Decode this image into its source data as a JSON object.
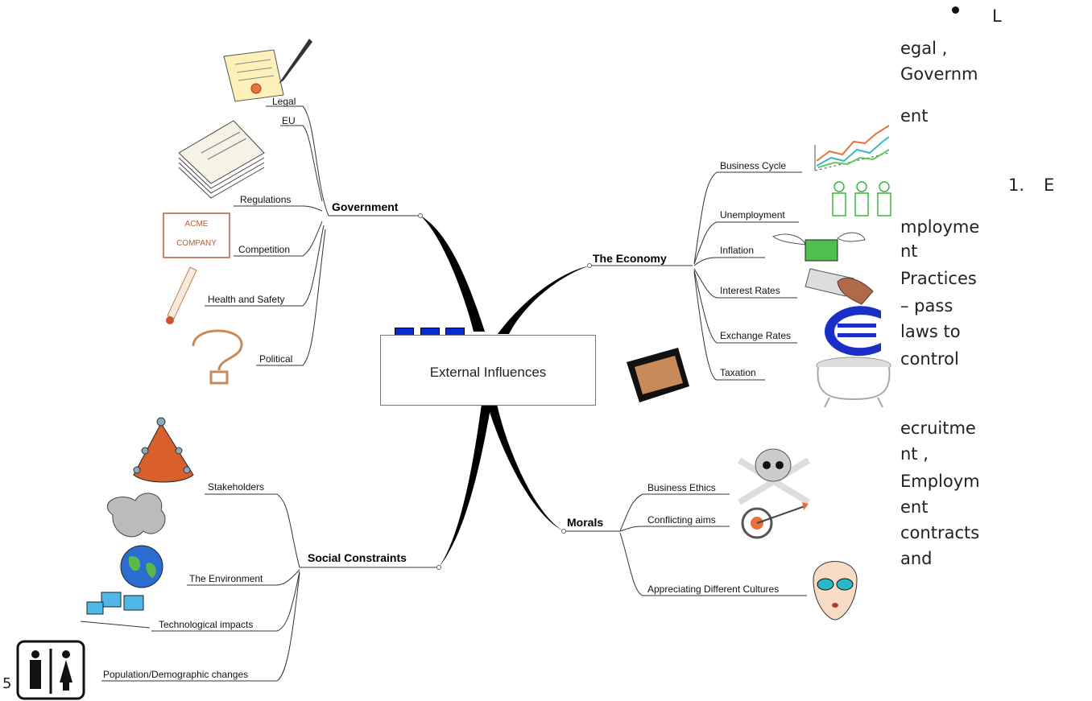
{
  "center": {
    "title": "External Influences"
  },
  "branches": {
    "government": {
      "title": "Government",
      "items": [
        "Legal",
        "EU",
        "Regulations",
        "Competition",
        "Health and Safety",
        "Political"
      ]
    },
    "economy": {
      "title": "The Economy",
      "items": [
        "Business Cycle",
        "Unemployment",
        "Inflation",
        "Interest Rates",
        "Exchange Rates",
        "Taxation"
      ]
    },
    "social": {
      "title": "Social Constraints",
      "items": [
        "Stakeholders",
        "The Environment",
        "Technological impacts",
        "Population/Demographic changes"
      ]
    },
    "morals": {
      "title": "Morals",
      "items": [
        "Business Ethics",
        "Conflicting aims",
        "Appreciating Different Cultures"
      ]
    }
  },
  "icons": {
    "acme_line1": "ACME",
    "acme_line2": "COMPANY"
  },
  "side_text": {
    "bullet_letter": "L",
    "bullet_lines": [
      "egal ,",
      "Governm",
      "ent"
    ],
    "number": "1.",
    "number_letter": "E",
    "number_lines": [
      "mployme",
      "nt",
      "Practices",
      "– pass",
      "laws to",
      "control"
    ],
    "lower_lines": [
      "ecruitme",
      "nt ,",
      "Employm",
      "ent",
      "contracts",
      "and"
    ]
  },
  "page_number": "5"
}
